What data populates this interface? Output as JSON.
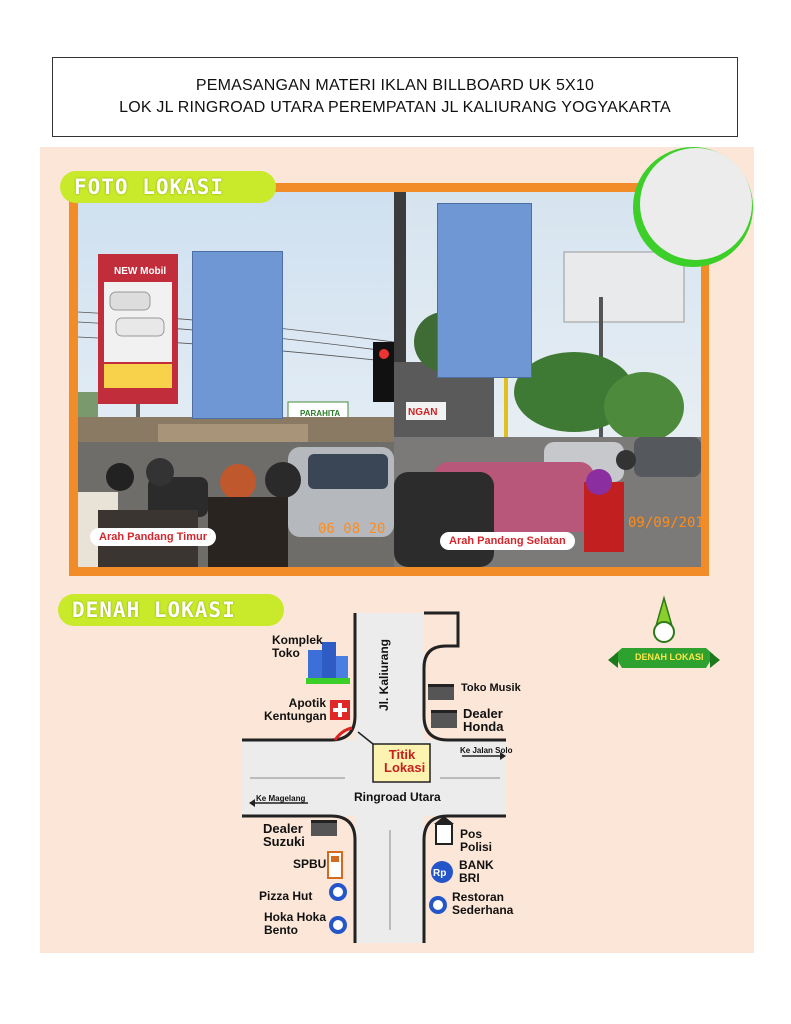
{
  "header": {
    "line1": "PEMASANGAN MATERI IKLAN BILLBOARD UK 5X10",
    "line2": "LOK JL RINGROAD UTARA PEREMPATAN JL KALIURANG YOGYAKARTA"
  },
  "foto": {
    "ribbon": "FOTO LOKASI",
    "left_caption": "Arah Pandang Timur",
    "left_stamp": "06 08 20",
    "right_caption": "Arah Pandang Selatan",
    "right_stamp": "09/09/201",
    "billboard_left_text": "NEW Mobil",
    "parahita": "PARAHITA",
    "shop": "NGAN"
  },
  "denah": {
    "ribbon": "DENAH LOKASI",
    "compass": "DENAH LOKASI",
    "road_vertical": "Jl. Kaliurang",
    "road_horizontal": "Ringroad Utara",
    "titik": [
      "Titik",
      "Lokasi"
    ],
    "ke_solo": "Ke Jalan Solo",
    "ke_magelang": "Ke Magelang",
    "komplek": [
      "Komplek",
      "Toko"
    ],
    "apotik": [
      "Apotik",
      "Kentungan"
    ],
    "toko_musik": "Toko Musik",
    "dealer_honda": [
      "Dealer",
      "Honda"
    ],
    "dealer_suzuki": [
      "Dealer",
      "Suzuki"
    ],
    "spbu": "SPBU",
    "pizza": "Pizza Hut",
    "hoka": [
      "Hoka Hoka",
      "Bento"
    ],
    "pos": [
      "Pos",
      "Polisi"
    ],
    "bank": [
      "BANK",
      "BRI"
    ],
    "bank_icon": "Rp",
    "restoran": [
      "Restoran",
      "Sederhana"
    ]
  },
  "colors": {
    "accent_orange": "#f28c28",
    "accent_green": "#c8ea2a",
    "panel": "#fbe6d8",
    "placeholder_blue": "#6e97d3"
  }
}
